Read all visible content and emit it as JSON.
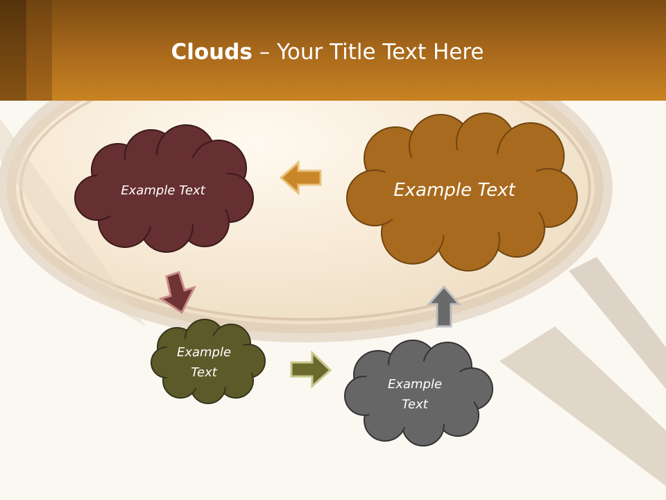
{
  "slide": {
    "title_bold": "Clouds",
    "title_dash": " – ",
    "title_rest": "Your Title Text Here"
  },
  "clouds": [
    {
      "name": "cloud-top-left",
      "text": "Example Text",
      "color": "#662f31"
    },
    {
      "name": "cloud-top-right",
      "text": "Example Text",
      "color": "#a86a1e"
    },
    {
      "name": "cloud-middle-left",
      "text_line1": "Example",
      "text_line2": "Text",
      "color": "#5d5a2a"
    },
    {
      "name": "cloud-bottom-right",
      "text_line1": "Example",
      "text_line2": "Text",
      "color": "#666666"
    }
  ],
  "arrows": [
    {
      "name": "arrow-left",
      "direction": "left",
      "color": "#c9872a"
    },
    {
      "name": "arrow-down",
      "direction": "down-left",
      "color": "#6f3333"
    },
    {
      "name": "arrow-right",
      "direction": "right",
      "color": "#6b6a2c"
    },
    {
      "name": "arrow-up",
      "direction": "up",
      "color": "#6a6a6a"
    }
  ]
}
